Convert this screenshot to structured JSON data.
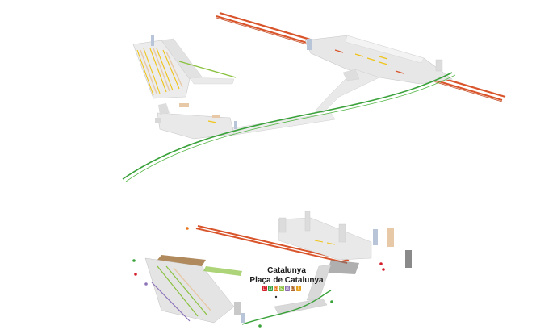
{
  "station": {
    "name": "Catalunya",
    "square": "Plaça de Catalunya",
    "lines": [
      {
        "label": "L1",
        "color": "#d4202c"
      },
      {
        "label": "L3",
        "color": "#2e9e3c"
      },
      {
        "label": "S1",
        "color": "#e8741a"
      },
      {
        "label": "S2",
        "color": "#8bbf3c"
      },
      {
        "label": "L6",
        "color": "#8b6fb0"
      },
      {
        "label": "L7",
        "color": "#b06a2c"
      },
      {
        "label": "R",
        "color": "#e6a11c"
      }
    ]
  },
  "colors": {
    "red_line": "#d9542a",
    "green_line": "#3aa23a",
    "lime_line": "#8ac23f",
    "purple_line": "#8e73b8",
    "structure": "#e7e7e7",
    "structure_edge": "#c9c9c9",
    "platform_yellow": "#f0c419",
    "exit_tan": "#e7c9a8"
  }
}
